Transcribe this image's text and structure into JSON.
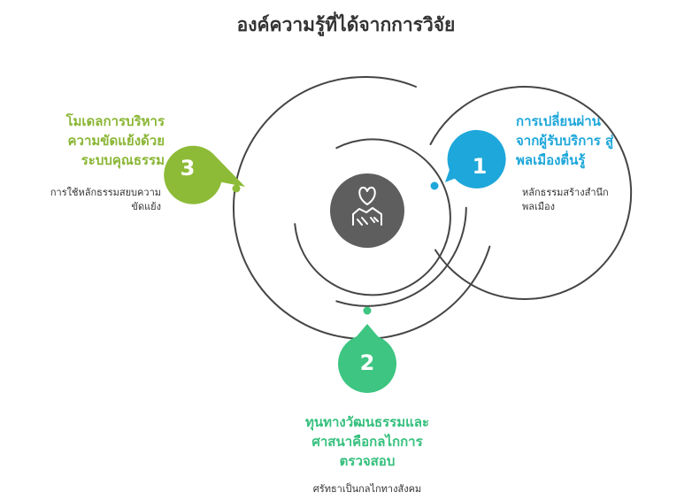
{
  "title": "องค์ความรู้ที่ได้จากการวิจัย",
  "colors": {
    "item1": "#1ea7da",
    "item2": "#3dc581",
    "item3": "#8dbb38",
    "center": "#5e5e5e",
    "rings": "#454545"
  },
  "center_icon": "heart-handshake-icon",
  "items": [
    {
      "number": "1",
      "heading": [
        "การเปลี่ยนผ่าน",
        "จากผู้รับบริการ สู่",
        "พลเมืองตื่นรู้"
      ],
      "description": [
        "หลักธรรมสร้างสำนึก",
        "พลเมือง"
      ]
    },
    {
      "number": "2",
      "heading": [
        "ทุนทางวัฒนธรรมและ",
        "ศาสนาคือกลไกการ",
        "ตรวจสอบ"
      ],
      "description": [
        "ศรัทธาเป็นกลไกทางสังคม"
      ]
    },
    {
      "number": "3",
      "heading": [
        "โมเดลการบริหาร",
        "ความขัดแย้งด้วย",
        "ระบบคุณธรรม"
      ],
      "description": [
        "การใช้หลักธรรมสยบความ",
        "ขัดแย้ง"
      ]
    }
  ]
}
